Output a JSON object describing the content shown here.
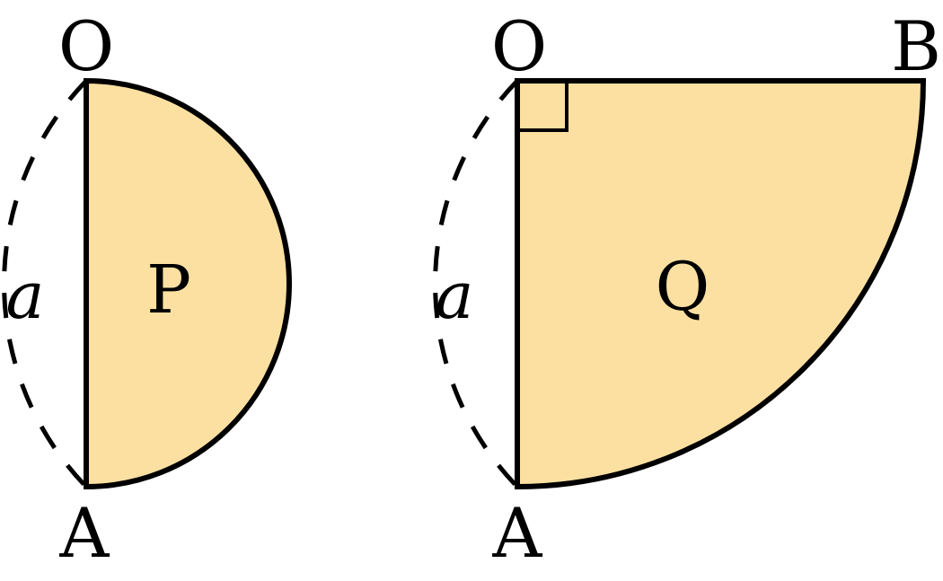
{
  "figure_left": {
    "points": {
      "top": "O",
      "bottom": "A"
    },
    "region": "P",
    "side_length": "a"
  },
  "figure_right": {
    "points": {
      "top_left": "O",
      "top_right": "B",
      "bottom": "A"
    },
    "region": "Q",
    "side_length": "a"
  },
  "colors": {
    "fill": "#FCE0A2",
    "stroke": "#000000"
  }
}
